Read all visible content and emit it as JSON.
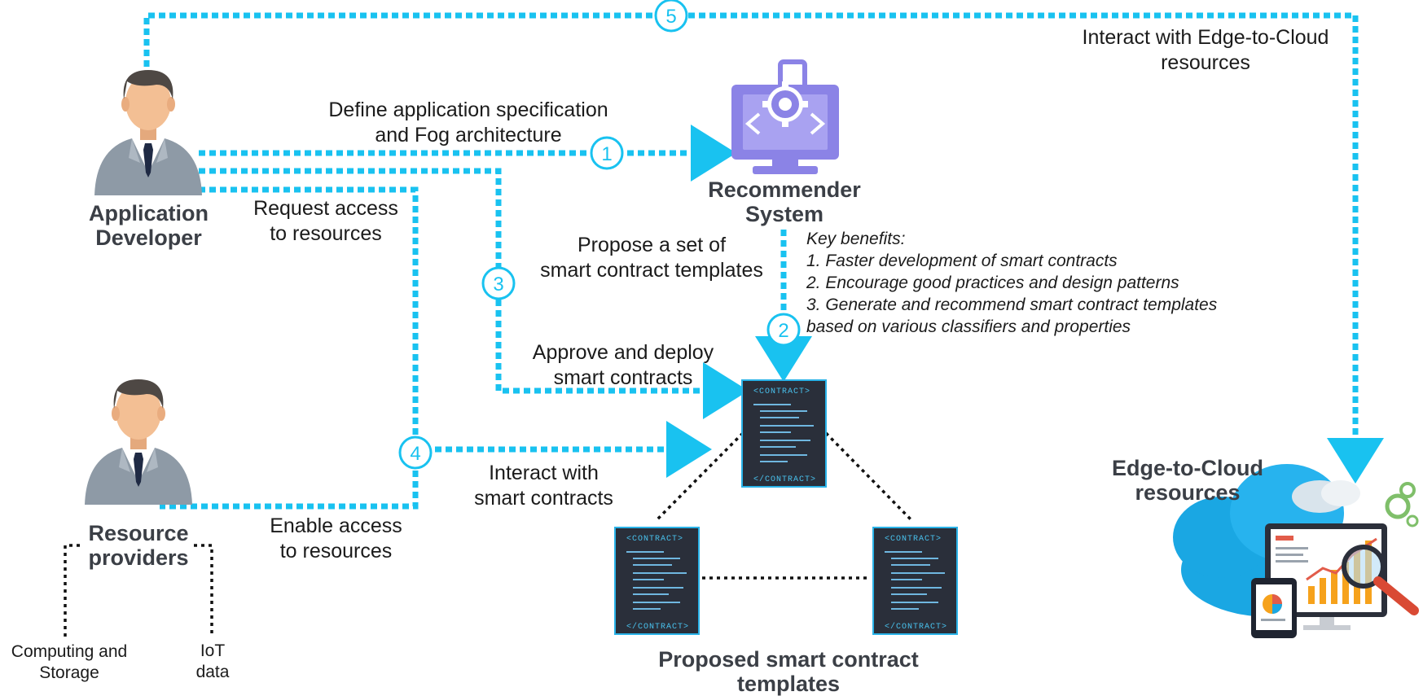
{
  "actors": {
    "app_developer": "Application\nDeveloper",
    "resource_providers": "Resource\nproviders"
  },
  "nodes": {
    "recommender": "Recommender\nSystem",
    "edge_cloud": "Edge-to-Cloud\nresources",
    "templates": "Proposed smart contract\ntemplates",
    "computing": "Computing and\nStorage",
    "iot": "IoT\ndata"
  },
  "flows": {
    "define": "Define application specification\nand Fog architecture",
    "request": "Request access\nto resources",
    "propose": "Propose a set of\nsmart contract templates",
    "approve": "Approve and deploy\nsmart contracts",
    "interact_contracts": "Interact with\nsmart contracts",
    "enable": "Enable access\nto resources",
    "interact_edge": "Interact with Edge-to-Cloud\nresources"
  },
  "steps": [
    "1",
    "2",
    "3",
    "4",
    "5"
  ],
  "benefits": {
    "heading": "Key benefits:",
    "items": [
      "1. Faster development of smart contracts",
      "2. Encourage good practices and design patterns",
      "3. Generate and recommend smart contract templates",
      "based on various classifiers and properties"
    ]
  },
  "contract_tag_open": "<CONTRACT>",
  "contract_tag_close": "</CONTRACT>",
  "colors": {
    "flow": "#19c2f0",
    "monitor": "#8b83e6",
    "contract_bg": "#2a2f3a",
    "contract_border": "#2ab3e8",
    "suit": "#8e9aa6",
    "skin": "#f3bf94"
  }
}
